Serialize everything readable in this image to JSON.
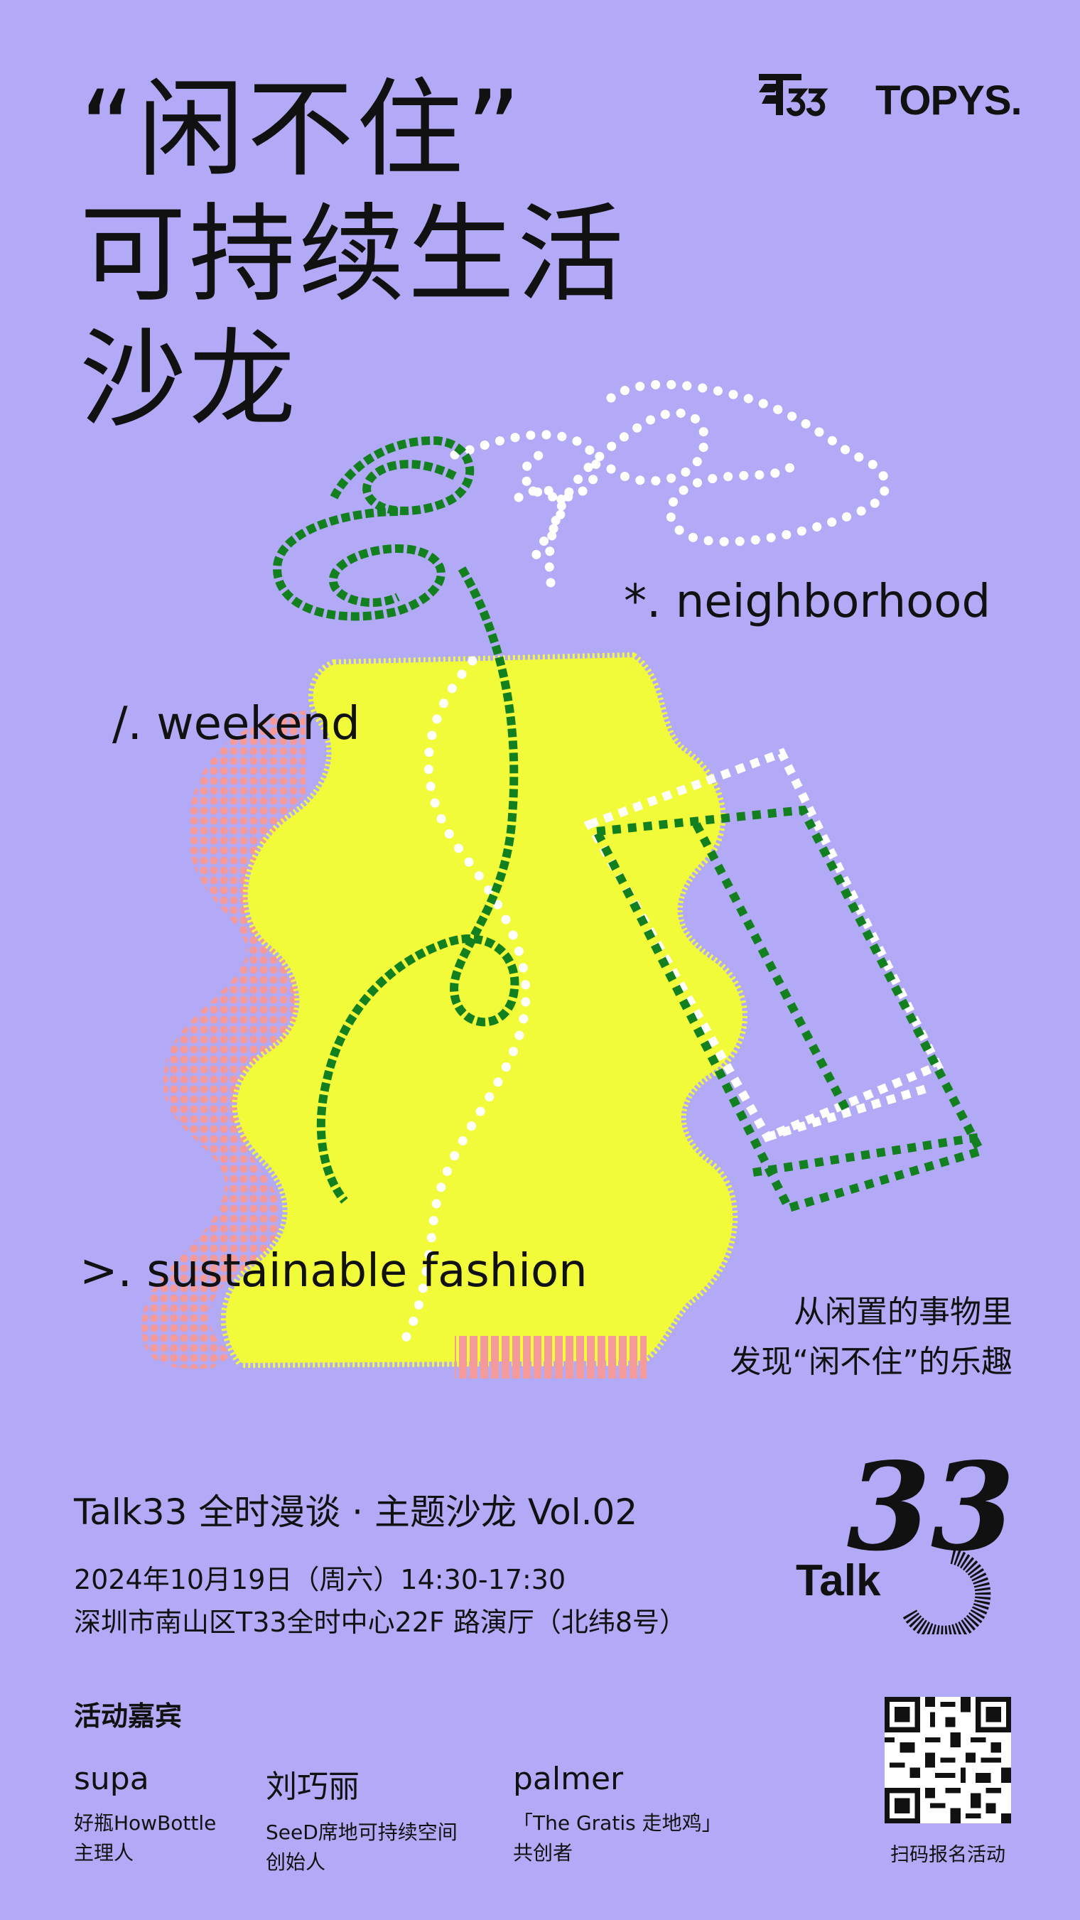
{
  "title": {
    "line1": "“闲不住”",
    "line2": "可持续生活",
    "line3": "沙龙"
  },
  "brand": {
    "t33_mark": "T33",
    "topys": "TOPYS."
  },
  "tags": {
    "neighborhood": "*. neighborhood",
    "weekend": "/. weekend",
    "fashion": ">. sustainable fashion"
  },
  "tagline": {
    "line1": "从闲置的事物里",
    "line2": "发现“闲不住”的乐趣"
  },
  "event": {
    "name": "Talk33 全时漫谈 · 主题沙龙 Vol.02",
    "datetime": "2024年10月19日（周六）14:30-17:30",
    "venue": "深圳市南山区T33全时中心22F 路演厅（北纬8号）"
  },
  "talk_logo": {
    "word": "Talk",
    "numeral": "33"
  },
  "guests": {
    "heading": "活动嘉宾",
    "list": [
      {
        "name": "supa",
        "org": "好瓶HowBottle",
        "role": "主理人"
      },
      {
        "name": "刘巧丽",
        "org": "SeeD席地可持续空间",
        "role": "创始人"
      },
      {
        "name": "palmer",
        "org": "「The Gratis 走地鸡」",
        "role": "共创者"
      }
    ]
  },
  "qr": {
    "label": "扫码报名活动"
  },
  "colors": {
    "background": "#b3aaf7",
    "vase_yellow": "#f2fb3a",
    "pink": "#f49a9a",
    "green": "#13801f",
    "white": "#ffffff",
    "text": "#111111"
  }
}
